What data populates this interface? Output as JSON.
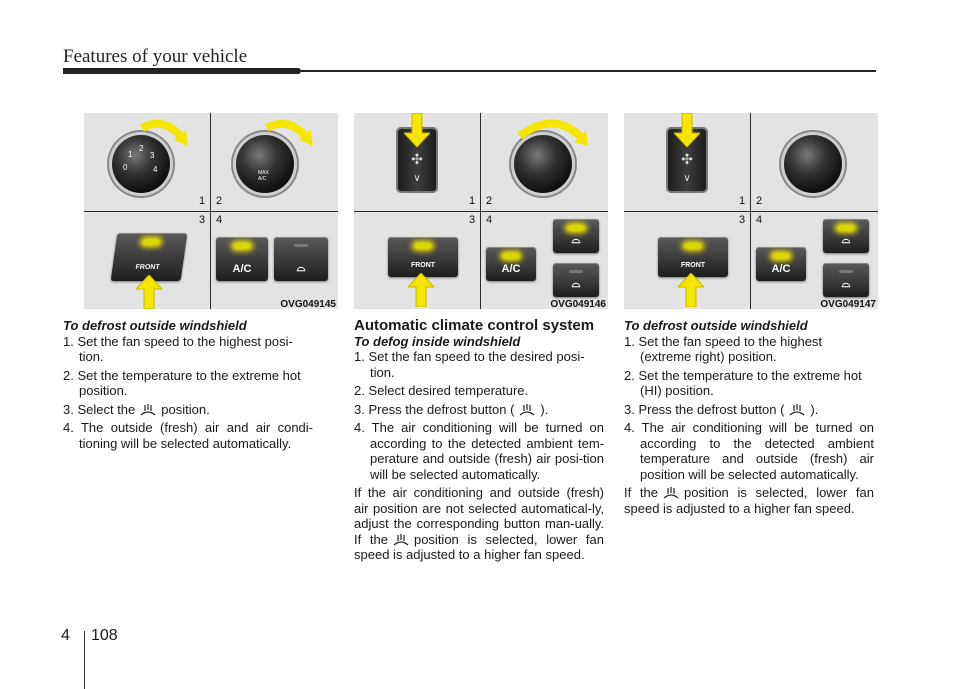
{
  "header": {
    "title": "Features of your vehicle"
  },
  "figures": [
    {
      "code": "OVG049145",
      "labels": [
        "1",
        "2",
        "3",
        "4"
      ],
      "dial1": [
        "1",
        "2",
        "3",
        "0",
        "4"
      ],
      "dial2": "MAX A/C",
      "front_label": "FRONT",
      "ac_label": "A/C"
    },
    {
      "code": "OVG049146",
      "labels": [
        "1",
        "2",
        "3",
        "4"
      ],
      "front_label": "FRONT",
      "ac_label": "A/C"
    },
    {
      "code": "OVG049147",
      "labels": [
        "1",
        "2",
        "3",
        "4"
      ],
      "front_label": "FRONT",
      "ac_label": "A/C"
    }
  ],
  "col1": {
    "heading": "To defrost outside windshield",
    "step1": "1. Set the fan speed to the highest posi-tion.",
    "step2": "2. Set the temperature to the extreme hot position.",
    "step3a": "3. Select the",
    "step3b": "position.",
    "step4": "4. The outside (fresh) air and air condi-tioning will be selected automatically."
  },
  "col2": {
    "title": "Automatic climate control system",
    "heading": "To defog inside windshield",
    "step1": "1. Set the fan speed to the desired posi-tion.",
    "step2": "2. Select desired temperature.",
    "step3a": "3. Press the defrost button (",
    "step3b": ").",
    "step4": "4. The air conditioning will be turned on according to the detected ambient tem-perature and outside (fresh) air posi-tion will be selected automatically.",
    "para_a": "If the air conditioning and outside (fresh) air position are not selected automatical-ly, adjust the corresponding button man-ually. If the",
    "para_b": "position is selected, lower fan speed is adjusted to a higher fan speed."
  },
  "col3": {
    "heading": "To defrost outside windshield",
    "step1": "1. Set the fan speed to the highest (extreme right) position.",
    "step2": "2. Set the temperature to the extreme hot (HI) position.",
    "step3a": "3. Press the defrost button (",
    "step3b": ").",
    "step4": "4. The air conditioning will be turned on according to the detected ambient temperature and outside (fresh) air position will be selected automatically.",
    "para_a": "If the",
    "para_b": "position is selected, lower fan speed is adjusted to a higher fan speed."
  },
  "footer": {
    "chapter": "4",
    "page": "108"
  },
  "colors": {
    "led": "#fff200",
    "arrow": "#f5e600",
    "panel_bg": "#e3e3e3"
  }
}
